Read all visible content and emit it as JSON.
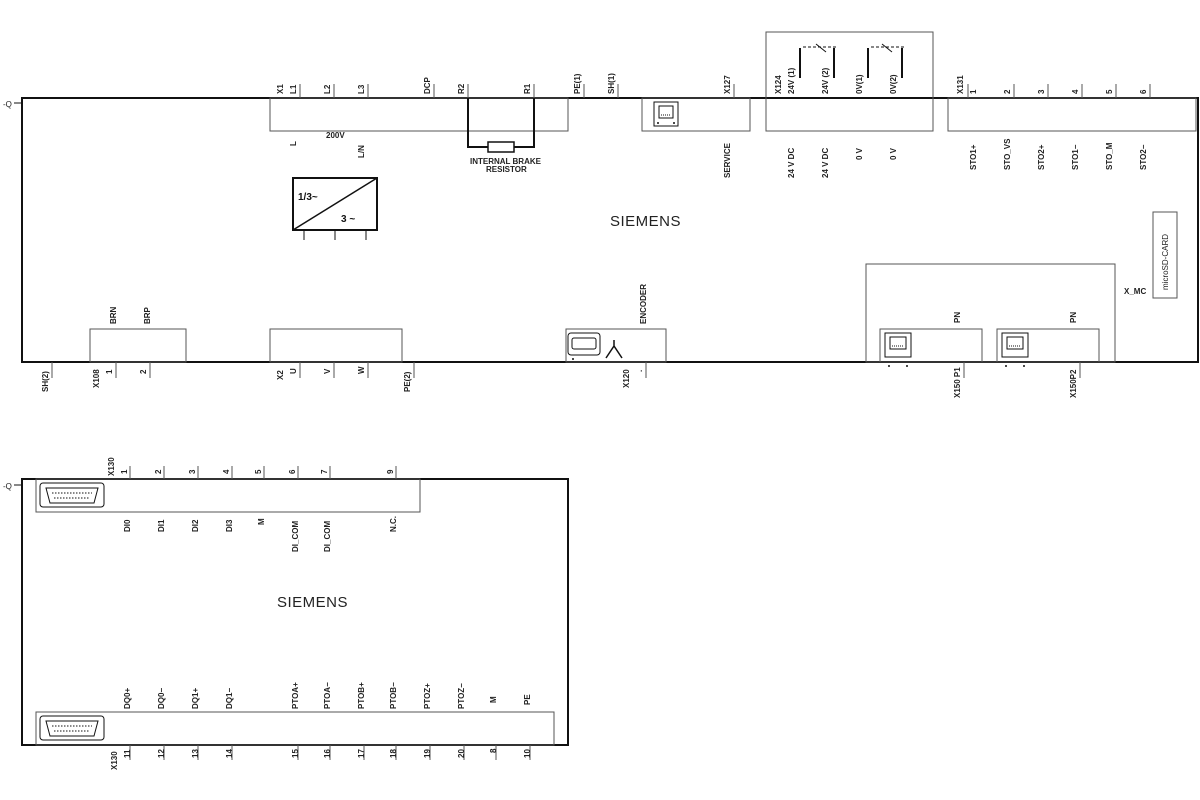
{
  "module1": {
    "ref": "-Q",
    "brand": "SIEMENS",
    "top_terms": [
      {
        "id": "x1",
        "label": "X1"
      },
      {
        "id": "l1",
        "label": "L1"
      },
      {
        "id": "l2",
        "label": "L2"
      },
      {
        "id": "l3",
        "label": "L3"
      },
      {
        "id": "dcp",
        "label": "DCP"
      },
      {
        "id": "r2",
        "label": "R2"
      },
      {
        "id": "r1",
        "label": "R1"
      },
      {
        "id": "pe1",
        "label": "PE(1)"
      },
      {
        "id": "sh1",
        "label": "SH(1)"
      },
      {
        "id": "x127",
        "label": "X127"
      },
      {
        "id": "x124",
        "label": "X124"
      },
      {
        "id": "v24_1",
        "label": "24V (1)"
      },
      {
        "id": "v24_2",
        "label": "24V (2)"
      },
      {
        "id": "ov1",
        "label": "0V(1)"
      },
      {
        "id": "ov2",
        "label": "0V(2)"
      },
      {
        "id": "x131",
        "label": "X131"
      },
      {
        "id": "n1",
        "label": "1"
      },
      {
        "id": "n2",
        "label": "2"
      },
      {
        "id": "n3",
        "label": "3"
      },
      {
        "id": "n4",
        "label": "4"
      },
      {
        "id": "n5",
        "label": "5"
      },
      {
        "id": "n6",
        "label": "6"
      }
    ],
    "supply_labels": {
      "l": "L",
      "voltage": "200V",
      "ln": "L/N"
    },
    "brake": {
      "line1": "INTERNAL BRAKE",
      "line2": "RESISTOR"
    },
    "service": "SERVICE",
    "dc_labels": [
      "24 V DC",
      "24 V DC",
      "0 V",
      "0 V"
    ],
    "sto_labels": [
      "STO1+",
      "STO_VS",
      "STO2+",
      "STO1−",
      "STO_M",
      "STO2−"
    ],
    "converter": {
      "in": "1/3~",
      "out": "3 ~"
    },
    "microsd": "microSD-CARD",
    "x_mc": "X_MC",
    "encoder": "ENCODER",
    "brake_terms": {
      "brn": "BRN",
      "brp": "BRP"
    },
    "pn1": "PN",
    "pn2": "PN",
    "bottom_terms": [
      {
        "id": "sh2",
        "label": "SH(2)"
      },
      {
        "id": "x108",
        "label": "X108"
      },
      {
        "id": "b1",
        "label": "1"
      },
      {
        "id": "b2",
        "label": "2"
      },
      {
        "id": "x2",
        "label": "X2"
      },
      {
        "id": "u",
        "label": "U"
      },
      {
        "id": "v",
        "label": "V"
      },
      {
        "id": "w",
        "label": "W"
      },
      {
        "id": "pe2",
        "label": "PE(2)"
      },
      {
        "id": "x120",
        "label": "X120"
      },
      {
        "id": "dot",
        "label": "."
      },
      {
        "id": "x150p1",
        "label": "X150 P1"
      },
      {
        "id": "x150p2",
        "label": "X150P2"
      }
    ]
  },
  "module2": {
    "ref": "-Q",
    "brand": "SIEMENS",
    "top_conn": "X130",
    "top_pins": [
      "1",
      "2",
      "3",
      "4",
      "5",
      "6",
      "7",
      "9"
    ],
    "top_signals": [
      "DI0",
      "DI1",
      "DI2",
      "DI3",
      "M",
      "DI_COM",
      "DI_COM",
      "N.C."
    ],
    "bottom_conn": "X130",
    "bottom_pins": [
      "11",
      "12",
      "13",
      "14",
      "15",
      "16",
      "17",
      "18",
      "19",
      "20",
      "8",
      "10"
    ],
    "bottom_signals": [
      "DQ0+",
      "DQ0−",
      "DQ1+",
      "DQ1−",
      "PTOA+",
      "PTOA−",
      "PTOB+",
      "PTOB−",
      "PTOZ+",
      "PTOZ−",
      "M",
      "PE"
    ]
  }
}
